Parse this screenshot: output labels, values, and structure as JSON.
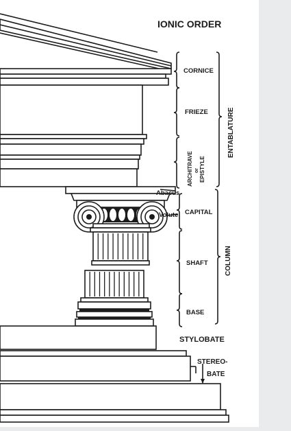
{
  "title": "IONIC ORDER",
  "labels": {
    "cornice": "CORNICE",
    "frieze": "FRIEZE",
    "architrave": "ARCHITRAVE",
    "architrave_or": "or",
    "epistyle": "EPISTYLE",
    "entablature": "ENTABLATURE",
    "abacus": "Abacus",
    "volute": "Volute",
    "capital": "CAPITAL",
    "shaft": "SHAFT",
    "column": "COLUMN",
    "base": "BASE",
    "stylobate": "STYLOBATE",
    "stereobate_1": "STEREO-",
    "stereobate_2": "BATE"
  },
  "colors": {
    "ink": "#1c1c1c",
    "paper": "#ffffff",
    "background": "#e9ebec"
  }
}
